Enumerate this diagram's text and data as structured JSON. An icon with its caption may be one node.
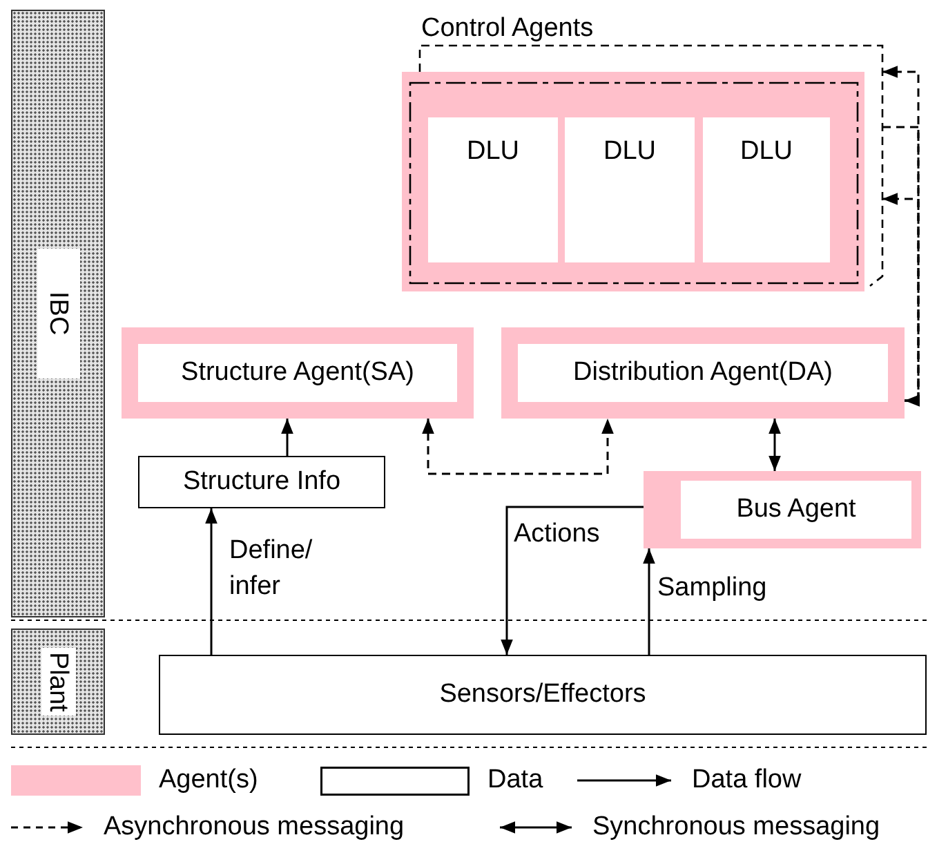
{
  "diagram": {
    "nodes": [
      {
        "text": [
          "IBC"
        ]
      },
      {
        "text": [
          "Plant"
        ]
      },
      {
        "text": [
          "Control Agents"
        ]
      },
      {
        "text": [
          "DLU"
        ],
        "in": 2
      },
      {
        "text": [
          "DLU"
        ],
        "in": 2
      },
      {
        "text": [
          "DLU"
        ],
        "in": 2
      },
      {
        "text": [
          "Structure Agent(SA)"
        ]
      },
      {
        "text": [
          "Distribution Agent(DA)"
        ]
      },
      {
        "text": [
          "Structure Info"
        ]
      },
      {
        "text": [
          "Bus Agent"
        ]
      },
      {
        "text": [
          "Sensors/Effectors"
        ]
      }
    ],
    "edges": [
      {
        "from": 8,
        "to": 6,
        "arrow": "to"
      },
      {
        "from": 6,
        "to": 7,
        "arrow": "both",
        "style": "dashed"
      },
      {
        "from": 7,
        "to": 9,
        "arrow": "both"
      },
      {
        "from": 10,
        "to": 8,
        "arrow": "to",
        "label": "Define/ infer"
      },
      {
        "from": 9,
        "to": 10,
        "arrow": "to",
        "label": "Actions"
      },
      {
        "from": 10,
        "to": 9,
        "arrow": "to",
        "label": "Sampling"
      },
      {
        "from": 2,
        "to": 7,
        "arrow": "to",
        "style": "dashed"
      },
      {
        "from": 7,
        "to": 2,
        "arrow": "to",
        "style": "dashed"
      },
      {
        "from": 7,
        "to": 2,
        "arrow": "to",
        "style": "dashed"
      }
    ],
    "legend": [
      {
        "text": "Agent(s)",
        "color": "#ffc0cb"
      },
      {
        "text": "Data"
      },
      {
        "text": "Data flow"
      },
      {
        "text": "Asynchronous messaging"
      },
      {
        "text": "Synchronous messaging"
      }
    ]
  }
}
